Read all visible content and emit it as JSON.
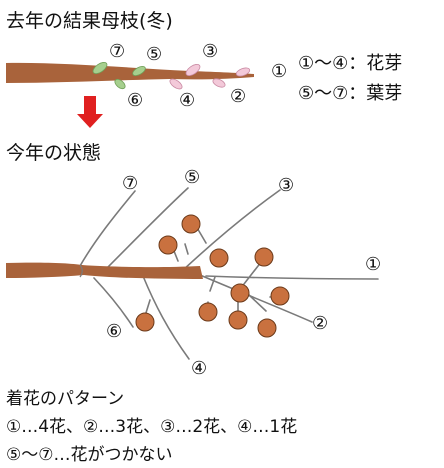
{
  "colors": {
    "branch": "#a9633b",
    "twig": "#7a7a7a",
    "fruit": "#c9713f",
    "arrow": "#e02020",
    "flower_bud": "#f3c9d9",
    "leaf_bud": "#a6cf8e"
  },
  "section1": {
    "title": "去年の結果母枝(冬)",
    "bud_numbers": [
      "①",
      "②",
      "③",
      "④",
      "⑤",
      "⑥",
      "⑦"
    ],
    "legend_flower": "①～④：花芽",
    "legend_leaf": "⑤～⑦：葉芽"
  },
  "section2": {
    "title": "今年の状態",
    "shoot_numbers": [
      "①",
      "②",
      "③",
      "④",
      "⑤",
      "⑥",
      "⑦"
    ]
  },
  "pattern": {
    "title": "着花のパターン",
    "line1": "①…4花、②…3花、③…2花、④…1花",
    "line2": "⑤～⑦…花がつかない"
  }
}
